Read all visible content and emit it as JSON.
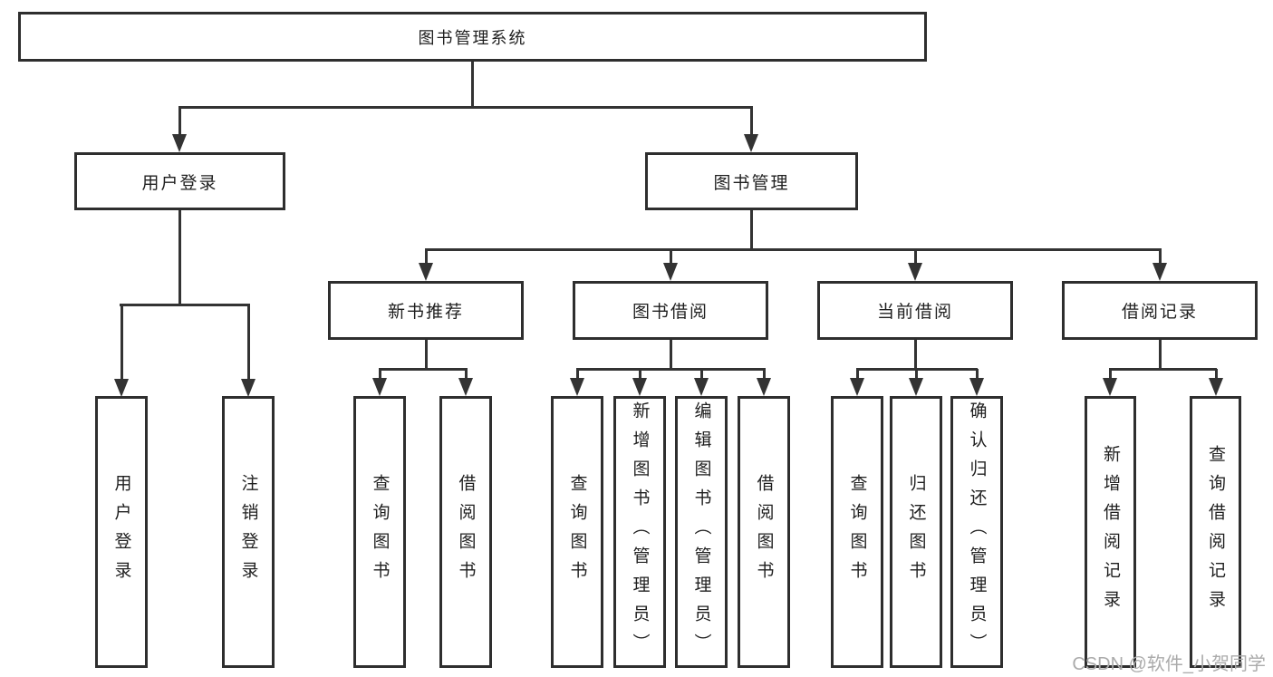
{
  "tree": {
    "root": {
      "label": "图书管理系统"
    },
    "branches": [
      {
        "label": "用户登录",
        "children": [
          {
            "label": "用户登录"
          },
          {
            "label": "注销登录"
          }
        ]
      },
      {
        "label": "图书管理",
        "groups": [
          {
            "label": "新书推荐",
            "children": [
              {
                "label": "查询图书"
              },
              {
                "label": "借阅图书"
              }
            ]
          },
          {
            "label": "图书借阅",
            "children": [
              {
                "label": "查询图书"
              },
              {
                "label": "新增图书（管理员）"
              },
              {
                "label": "编辑图书（管理员）"
              },
              {
                "label": "借阅图书"
              }
            ]
          },
          {
            "label": "当前借阅",
            "children": [
              {
                "label": "查询图书"
              },
              {
                "label": "归还图书"
              },
              {
                "label": "确认归还（管理员）"
              }
            ]
          },
          {
            "label": "借阅记录",
            "children": [
              {
                "label": "新增借阅记录"
              },
              {
                "label": "查询借阅记录"
              }
            ]
          }
        ]
      }
    ]
  },
  "watermark": {
    "text": "CSDN @软件_小贺同学"
  },
  "colors": {
    "line": "#333333",
    "border": "#2e2e2e",
    "text": "#1f1f1f",
    "watermark": "#ababab",
    "background": "#ffffff"
  }
}
